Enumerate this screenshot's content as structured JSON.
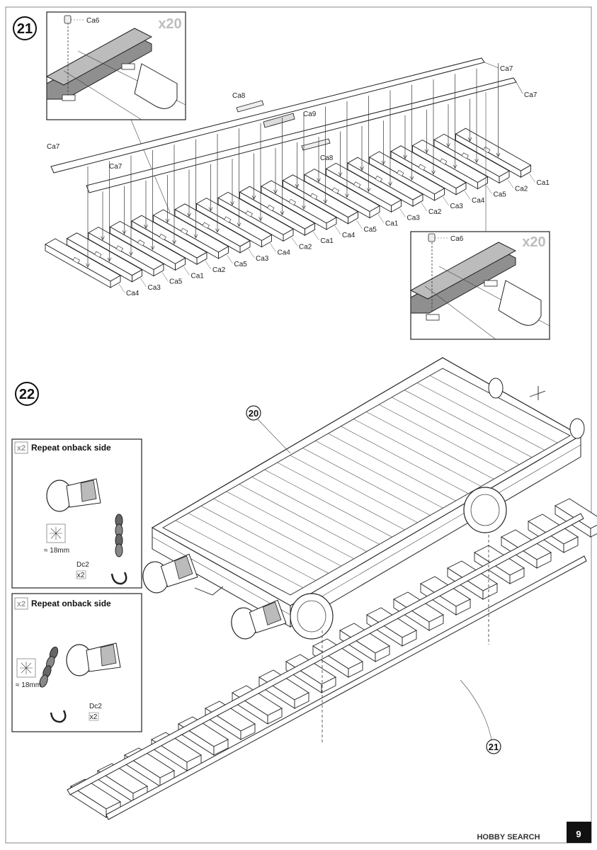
{
  "steps": {
    "step21": {
      "number": "21",
      "detail_top": {
        "multiplier": "x20",
        "part": "Ca6"
      },
      "detail_right": {
        "multiplier": "x20",
        "part": "Ca6"
      },
      "rail_labels": [
        "Ca7",
        "Ca7",
        "Ca7",
        "Ca7"
      ],
      "plate_labels": [
        "Ca8",
        "Ca9",
        "Ca8"
      ],
      "front_row_labels": [
        "Ca4",
        "Ca3",
        "Ca5",
        "Ca1",
        "Ca2",
        "Ca5",
        "Ca3",
        "Ca4",
        "Ca2",
        "Ca1",
        "Ca4",
        "Ca5",
        "Ca1",
        "Ca3",
        "Ca2",
        "Ca3",
        "Ca4",
        "Ca5",
        "Ca2",
        "Ca1"
      ]
    },
    "step22": {
      "number": "22",
      "callout_wagon": "20",
      "callout_track": "21",
      "box1": {
        "multiplier": "x2",
        "title": "Repeat onback side",
        "length": "≈ 18mm",
        "part": "Dc2",
        "part_qty": "x2"
      },
      "box2": {
        "multiplier": "x2",
        "title": "Repeat onback side",
        "length": "≈ 18mm",
        "part": "Dc2",
        "part_qty": "x2"
      }
    }
  },
  "footer": {
    "page_number": "9",
    "watermark": "HOBBY SEARCH"
  }
}
